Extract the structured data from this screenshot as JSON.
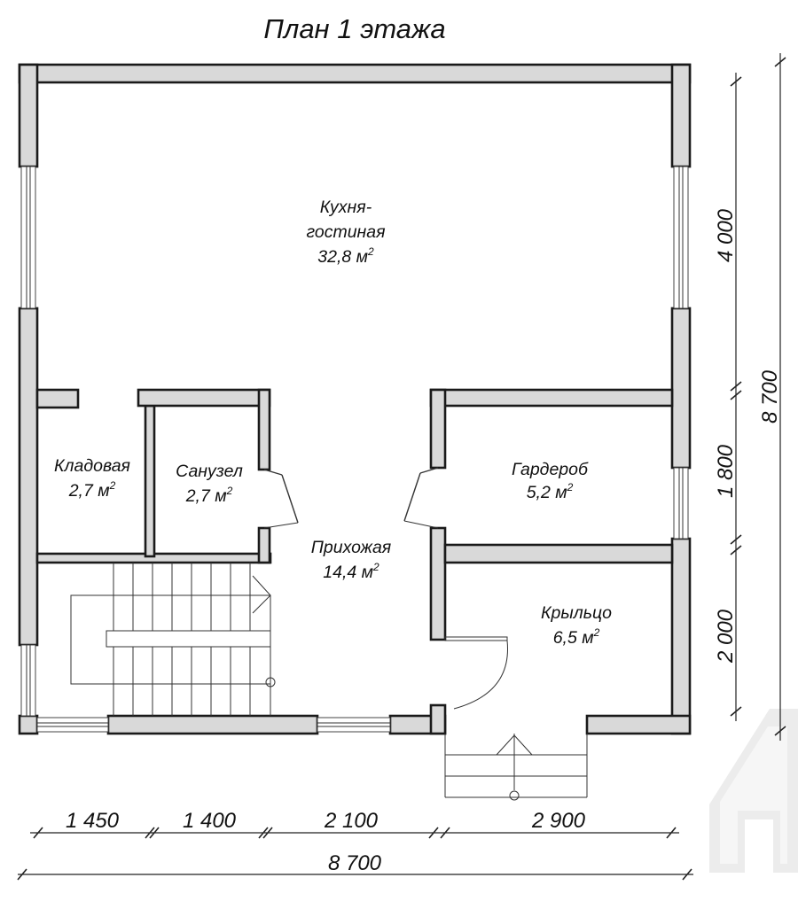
{
  "title": "План 1 этажа",
  "rooms": {
    "kitchen": {
      "name1": "Кухня-",
      "name2": "гостиная",
      "area": "32,8 м",
      "sup": "2"
    },
    "storage": {
      "name": "Кладовая",
      "area": "2,7 м",
      "sup": "2"
    },
    "bathroom": {
      "name": "Санузел",
      "area": "2,7 м",
      "sup": "2"
    },
    "hall": {
      "name": "Прихожая",
      "area": "14,4 м",
      "sup": "2"
    },
    "wardrobe": {
      "name": "Гардероб",
      "area": "5,2 м",
      "sup": "2"
    },
    "porch": {
      "name": "Крыльцо",
      "area": "6,5 м",
      "sup": "2"
    }
  },
  "dimensions": {
    "bottom_segments": [
      "1 450",
      "1 400",
      "2 100",
      "2 900"
    ],
    "bottom_total": "8 700",
    "right_segments": [
      "4 000",
      "1 800",
      "2 000"
    ],
    "right_total": "8 700"
  }
}
